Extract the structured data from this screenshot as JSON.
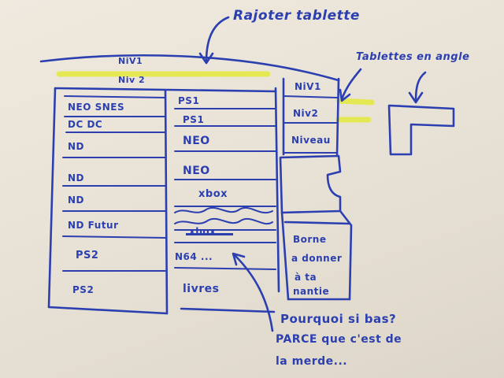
{
  "labels": {
    "top_note": "Rajoter tablette",
    "angle_note": "Tablettes en angle",
    "shelf_top": "NiV1",
    "shelf_top2": "Niv 2",
    "side_niv1": "NiV1",
    "side_niv2": "Niv2",
    "side_niv3": "Niveau",
    "bottom_q1": "Pourquoi si bas?",
    "bottom_q2": "PARCE que c'est de",
    "bottom_q3": "la merde...",
    "side_box_1": "Borne",
    "side_box_2": "a donner",
    "side_box_3": "à ta",
    "side_box_4": "nantie"
  },
  "left_column": [
    "NEO SNES",
    "DC DC",
    "ND",
    "ND",
    "ND",
    "ND Futur",
    "PS2",
    "PS2"
  ],
  "middle_column": [
    "PS1",
    "PS1",
    "NEO",
    "NEO",
    "xbox",
    "xbox",
    "N64 ...",
    "livres"
  ],
  "colors": {
    "ink": "#2c3fb0",
    "highlighter": "#e3ea3c",
    "paper": "#ece6da"
  }
}
